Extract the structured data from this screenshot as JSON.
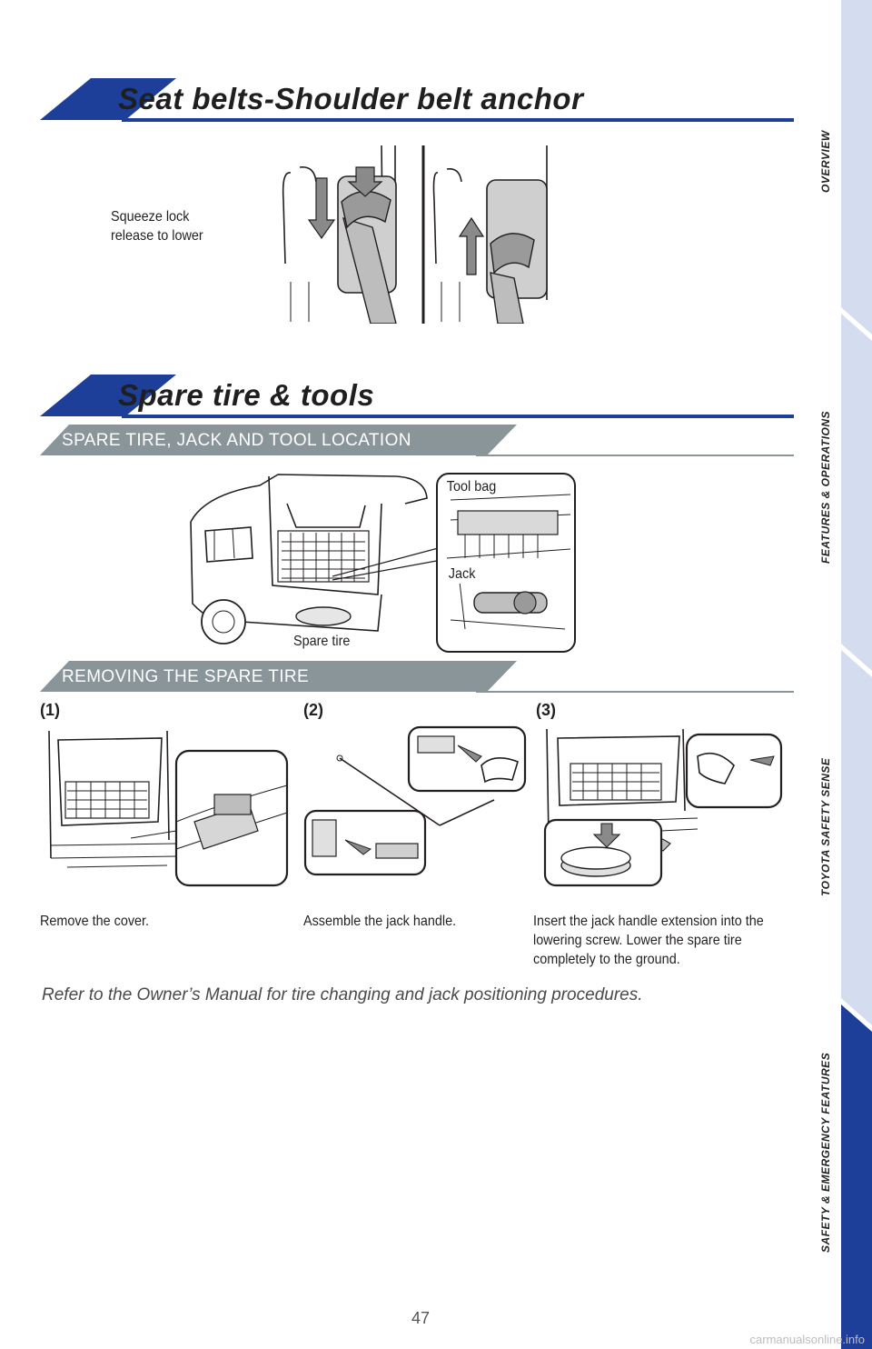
{
  "sections": {
    "seatbelts": {
      "title": "Seat belts-Shoulder belt anchor",
      "caption": "Squeeze lock release to lower"
    },
    "spare": {
      "title": "Spare tire & tools"
    }
  },
  "location": {
    "header": "SPARE TIRE, JACK AND TOOL LOCATION",
    "tool_bag": "Tool bag",
    "jack": "Jack",
    "spare_tire": "Spare tire"
  },
  "removing": {
    "header": "REMOVING THE SPARE TIRE",
    "steps": [
      {
        "num": "(1)",
        "caption": "Remove the cover."
      },
      {
        "num": "(2)",
        "caption": "Assemble the jack handle."
      },
      {
        "num": "(3)",
        "caption": "Insert the jack handle extension into the lowering screw. Lower the spare tire completely to the ground."
      }
    ]
  },
  "note": "Refer to the Owner’s Manual for tire changing and jack positioning procedures.",
  "nav": {
    "items": [
      "OVERVIEW",
      "FEATURES & OPERATIONS",
      "TOYOTA SAFETY SENSE",
      "SAFETY & EMERGENCY FEATURES"
    ],
    "active_index": 3,
    "colors": {
      "inactive": "#d3ddef",
      "active": "#1d3f9a"
    }
  },
  "page_number": "47",
  "watermark": "carmanualsonline.info",
  "colors": {
    "accent": "#1d3f9a",
    "sub_band": "#8a9599"
  }
}
